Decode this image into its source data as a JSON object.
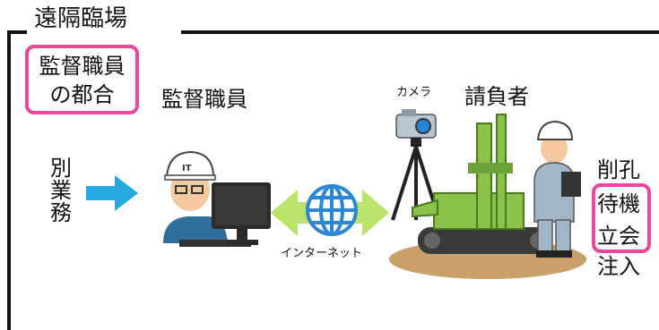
{
  "title": "遠隔臨場",
  "supervisor_reason": [
    "監督職員",
    "の都合"
  ],
  "supervisor_label": "監督職員",
  "other_duty": "別業務",
  "internet_label": "インターネット",
  "camera_label": "カメラ",
  "contractor_label": "請負者",
  "right_column": [
    "削孔",
    "待機",
    "立会",
    "注入"
  ],
  "icons": [
    "arrow-right",
    "supervisor-at-computer",
    "globe",
    "double-arrow",
    "camera-on-tripod",
    "drilling-machine",
    "worker-with-clipboard"
  ],
  "colors": {
    "frame": "#111111",
    "highlight": "#e8489b",
    "arrow": "#2aa8e0",
    "double_arrow": "#b9e36a",
    "globe": "#2a86d6",
    "machine": "#8bc34a"
  }
}
